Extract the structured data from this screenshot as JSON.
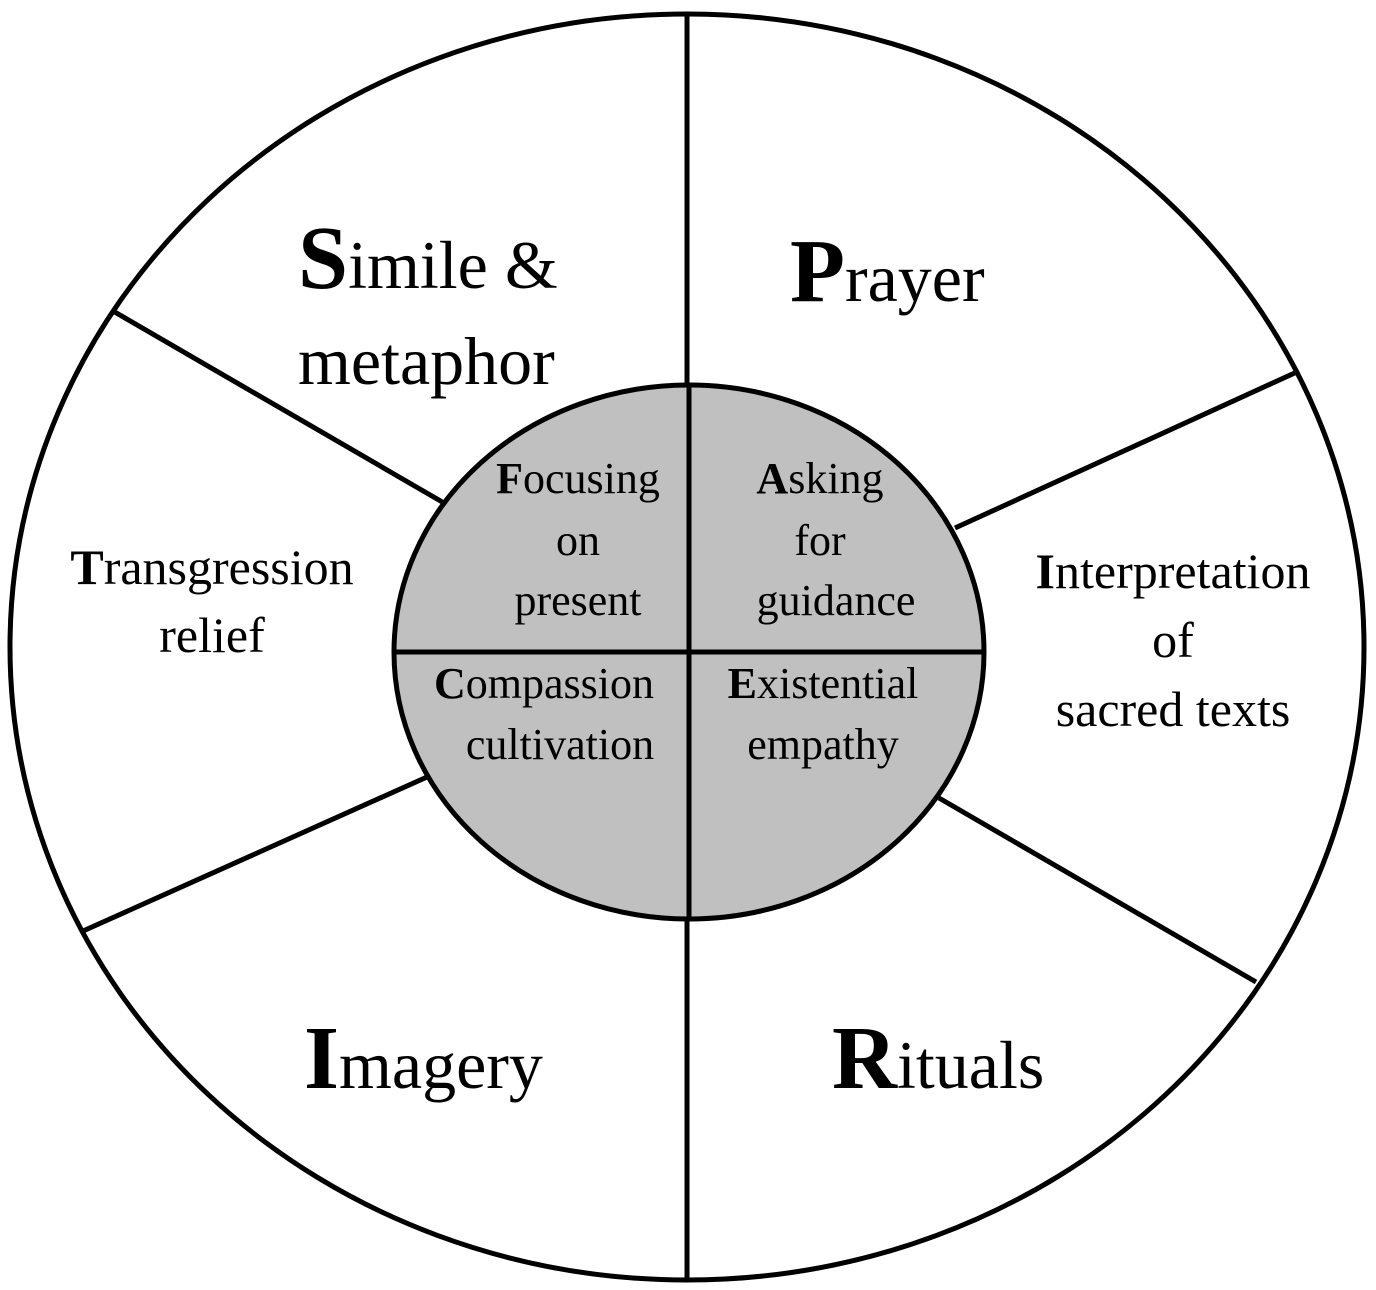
{
  "colors": {
    "stroke": "#000000",
    "background": "#ffffff",
    "inner_fill": "#c0c0c0"
  },
  "outer": {
    "simile": {
      "initial": "S",
      "rest": "imile &",
      "line2": "metaphor"
    },
    "prayer": {
      "initial": "P",
      "rest": "rayer"
    },
    "transgression": {
      "initial": "T",
      "rest": "ransgression",
      "line2": "relief"
    },
    "interpretation": {
      "initial": "I",
      "rest": "nterpretation",
      "line2": "of",
      "line3": "sacred texts"
    },
    "imagery": {
      "initial": "I",
      "rest": "magery"
    },
    "rituals": {
      "initial": "R",
      "rest": "ituals"
    }
  },
  "inner": {
    "focusing": {
      "initial": "F",
      "rest": "ocusing",
      "line2": "on",
      "line3": "present"
    },
    "asking": {
      "initial": "A",
      "rest": "sking",
      "line2": "for",
      "line3": "guidance"
    },
    "compassion": {
      "initial": "C",
      "rest": "ompassion",
      "line2": "cultivation"
    },
    "existential": {
      "initial": "E",
      "rest": "xistential",
      "line2": "empathy"
    }
  }
}
